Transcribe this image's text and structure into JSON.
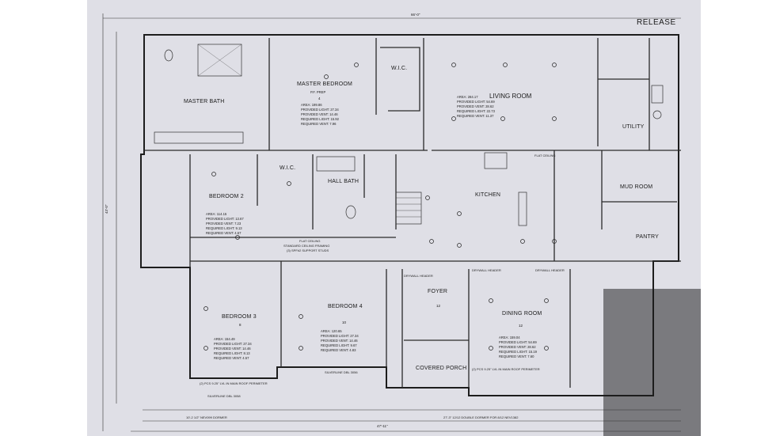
{
  "header": {
    "release": "RELEASE",
    "overall_width": "66'-0\""
  },
  "rooms": {
    "master_bath": {
      "label": "MASTER BATH"
    },
    "master_bedroom": {
      "label": "MASTER BEDROOM",
      "sub": "P.F. PREP",
      "tag": "4",
      "area": "AREA: 199.86",
      "light": "PROVIDED LIGHT: 27.34",
      "vent": "PROVIDED VENT: 14.46",
      "req_light": "REQUIRED LIGHT: 15.92",
      "req_vent": "REQUIRED VENT: 7.96"
    },
    "wic_master": {
      "label": "W.I.C."
    },
    "living_room": {
      "label": "LIVING ROOM",
      "area": "AREA: 284.17",
      "light": "PROVIDED LIGHT: 54.69",
      "vent": "PROVIDED VENT: 28.62",
      "req_light": "REQUIRED LIGHT: 22.73",
      "req_vent": "REQUIRED VENT: 11.37"
    },
    "utility": {
      "label": "UTILITY"
    },
    "mud_room": {
      "label": "MUD ROOM"
    },
    "pantry": {
      "label": "PANTRY"
    },
    "kitchen": {
      "label": "KITCHEN"
    },
    "hall_bath": {
      "label": "HALL BATH"
    },
    "wic_hall": {
      "label": "W.I.C."
    },
    "bedroom2": {
      "label": "BEDROOM 2",
      "area": "AREA: 114.15",
      "light": "PROVIDED LIGHT: 13.67",
      "vent": "PROVIDED VENT: 7.23",
      "req_light": "REQUIRED LIGHT: 9.13",
      "req_vent": "REQUIRED VENT: 4.57"
    },
    "bedroom3": {
      "label": "BEDROOM 3",
      "tag": "8",
      "area": "AREA: 154.49",
      "light": "PROVIDED LIGHT: 27.34",
      "vent": "PROVIDED VENT: 14.46",
      "req_light": "REQUIRED LIGHT: 8.13",
      "req_vent": "REQUIRED VENT: 4.57"
    },
    "bedroom4": {
      "label": "BEDROOM 4",
      "tag": "10",
      "area": "AREA: 120.65",
      "light": "PROVIDED LIGHT: 27.34",
      "vent": "PROVIDED VENT: 14.46",
      "req_light": "REQUIRED LIGHT: 9.67",
      "req_vent": "REQUIRED VENT: 4.83"
    },
    "foyer": {
      "label": "FOYER",
      "tag": "12"
    },
    "covered_porch": {
      "label": "COVERED PORCH"
    },
    "dining_room": {
      "label": "DINING ROOM",
      "tag": "12",
      "area": "AREA: 159.04",
      "light": "PROVIDED LIGHT: 54.69",
      "vent": "PROVIDED VENT: 28.62",
      "req_light": "REQUIRED LIGHT: 15.19",
      "req_vent": "REQUIRED VENT: 7.60"
    }
  },
  "notes": {
    "flat_ceiling": "FLAT CEILING",
    "std_ceiling": "STANDARD CEILING FRAMING",
    "support_studs": "(3) SPF#2 SUPPORT STUDS",
    "drywall_header": "DRYWALL HEADER",
    "bottom_left": "10'-2 1/2\" NEV099 DORMER",
    "bottom_right": "27'-3\" 12/12 DOUBLE DORMER FOR 8/12 NEV1382",
    "roof_left": "(2) PCS 9.25\" LVL IN MAIN ROOF PERIMETER",
    "roof_right": "(2) PCS 9.25\" LVL IN MAIN ROOF PERIMETER",
    "window_a": "SILVERLINE DBL 3058",
    "window_b": "SILVERLINE DBL 3056",
    "dim_left": "43'-0\"",
    "dim_bottom": "47'-11\""
  }
}
